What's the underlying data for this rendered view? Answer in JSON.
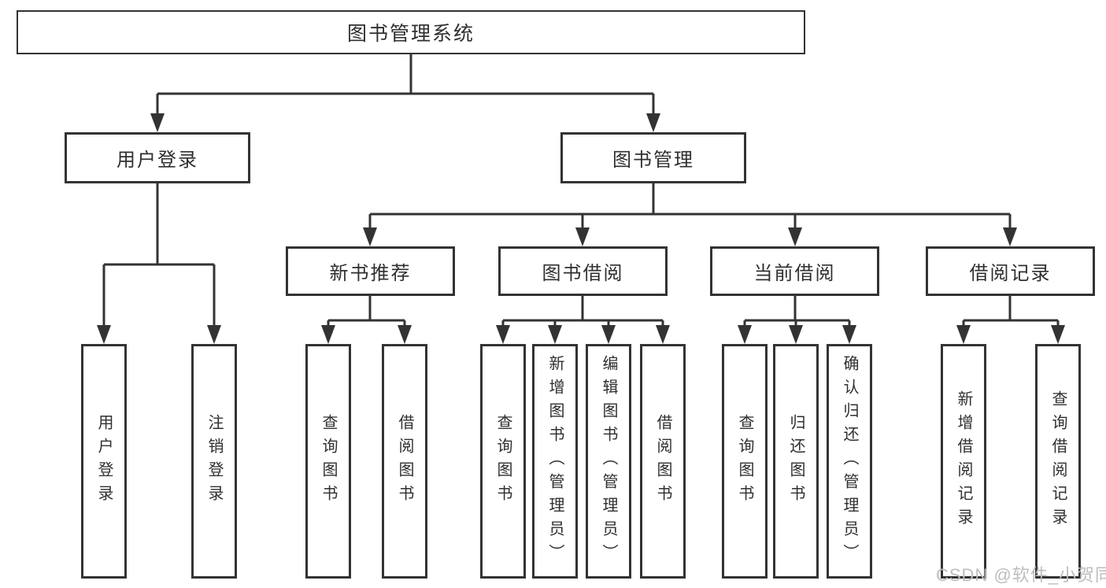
{
  "tree": {
    "label": "图书管理系统",
    "children": [
      {
        "label": "用户登录",
        "children": [
          {
            "label": "用户登录"
          },
          {
            "label": "注销登录"
          }
        ]
      },
      {
        "label": "图书管理",
        "children": [
          {
            "label": "新书推荐",
            "children": [
              {
                "label": "查询图书"
              },
              {
                "label": "借阅图书"
              }
            ]
          },
          {
            "label": "图书借阅",
            "children": [
              {
                "label": "查询图书"
              },
              {
                "label": "新增图书（管理员）"
              },
              {
                "label": "编辑图书（管理员）"
              },
              {
                "label": "借阅图书"
              }
            ]
          },
          {
            "label": "当前借阅",
            "children": [
              {
                "label": "查询图书"
              },
              {
                "label": "归还图书"
              },
              {
                "label": "确认归还（管理员）"
              }
            ]
          },
          {
            "label": "借阅记录",
            "children": [
              {
                "label": "新增借阅记录"
              },
              {
                "label": "查询借阅记录"
              }
            ]
          }
        ]
      }
    ]
  },
  "watermark": "CSDN @软件_小贺同学",
  "colors": {
    "line": "#333333",
    "box_background": "#ffffff",
    "text": "#2f2f2f",
    "watermark": "#bdbdbd"
  }
}
